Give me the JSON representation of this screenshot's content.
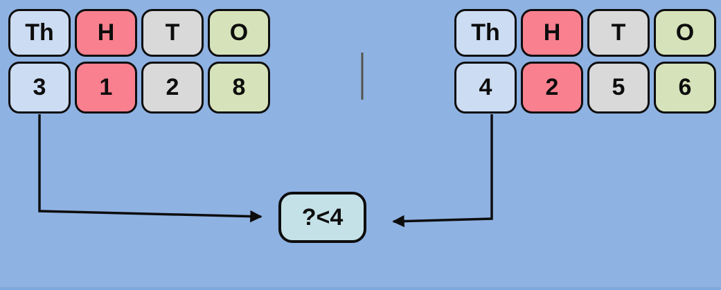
{
  "canvas": {
    "background": "#8eb2e2",
    "bottom_strip_color": "#7fa9da"
  },
  "colors": {
    "thousands": "#ccdcf2",
    "hundreds": "#f9808f",
    "tens": "#d9d9d9",
    "ones": "#d6e3ba",
    "comparison": "#c5e1e8",
    "border": "#0d0d0d",
    "arrow": "#0d0d0d",
    "divider": "#55544c"
  },
  "tables": [
    {
      "side": "left",
      "columns": [
        {
          "header": "Th",
          "value": "3",
          "color_key": "thousands"
        },
        {
          "header": "H",
          "value": "1",
          "color_key": "hundreds"
        },
        {
          "header": "T",
          "value": "2",
          "color_key": "tens"
        },
        {
          "header": "O",
          "value": "8",
          "color_key": "ones"
        }
      ]
    },
    {
      "side": "right",
      "columns": [
        {
          "header": "Th",
          "value": "4",
          "color_key": "thousands"
        },
        {
          "header": "H",
          "value": "2",
          "color_key": "hundreds"
        },
        {
          "header": "T",
          "value": "5",
          "color_key": "tens"
        },
        {
          "header": "O",
          "value": "6",
          "color_key": "ones"
        }
      ]
    }
  ],
  "comparison": {
    "label": "?<4"
  }
}
